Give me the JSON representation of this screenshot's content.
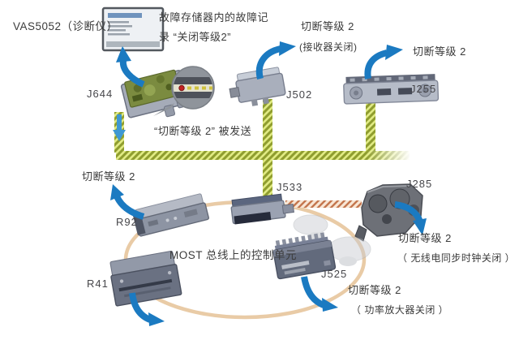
{
  "labels": {
    "vas": "VAS5052（诊断仪）",
    "fault_line1": "故障存储器内的故障记",
    "fault_line2": "录 “关闭等级2”",
    "sent": "“切断等级 2” 被发送",
    "cut_r92": "切断等级 2",
    "cut_j502_1": "切断等级 2",
    "cut_j502_2": "(接收器关闭)",
    "cut_j255": "切断等级 2",
    "cut_j285_1": "切断等级 2",
    "cut_j285_2": "（ 无线电同步时钟关闭 ）",
    "cut_j525_1": "切断等级 2",
    "cut_j525_2": "（ 功率放大器关闭 ）",
    "most_ring": "MOST 总线上的控制单元",
    "j644": "J644",
    "j502": "J502",
    "j255": "J255",
    "j533": "J533",
    "j285": "J285",
    "j525": "J525",
    "r92": "R92",
    "r41": "R41"
  },
  "colors": {
    "arrow_blue": "#1b7ac1",
    "mini_arrow_blue": "#3e98d3",
    "bus_yellow_light": "#e0ea83",
    "bus_yellow_dark": "#8f9d2e",
    "can_orange_light": "#f8e7d6",
    "can_orange_dark": "#c4764e",
    "ring_tan": "#e9cba6",
    "text": "#3b3b3b"
  }
}
